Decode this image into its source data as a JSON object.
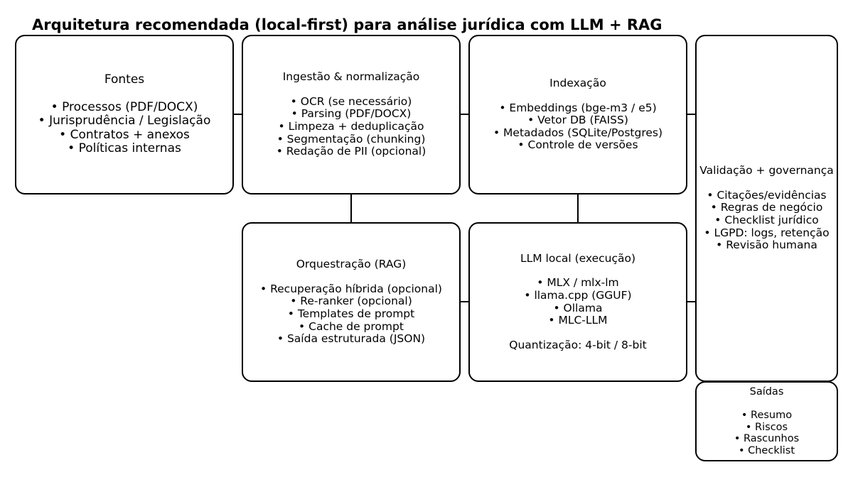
{
  "title": "Arquitetura recomendada (local-first) para análise jurídica com LLM + RAG",
  "nodes": {
    "fontes": {
      "title": "Fontes",
      "items": [
        "• Processos (PDF/DOCX)",
        "• Jurisprudência / Legislação",
        "• Contratos + anexos",
        "• Políticas internas"
      ]
    },
    "ingestao": {
      "title": "Ingestão & normalização",
      "items": [
        "• OCR (se necessário)",
        "• Parsing (PDF/DOCX)",
        "• Limpeza + deduplicação",
        "• Segmentação (chunking)",
        "• Redação de PII (opcional)"
      ]
    },
    "indexacao": {
      "title": "Indexação",
      "items": [
        "• Embeddings (bge-m3 / e5)",
        "• Vetor DB (FAISS)",
        "• Metadados (SQLite/Postgres)",
        "• Controle de versões"
      ]
    },
    "validacao": {
      "title": "Validação + governança",
      "items": [
        "• Citações/evidências",
        "• Regras de negócio",
        "• Checklist jurídico",
        "• LGPD: logs, retenção",
        "• Revisão humana"
      ]
    },
    "orquestracao": {
      "title": "Orquestração (RAG)",
      "items": [
        "• Recuperação híbrida (opcional)",
        "• Re-ranker (opcional)",
        "• Templates de prompt",
        "• Cache de prompt",
        "• Saída estruturada (JSON)"
      ]
    },
    "llm": {
      "title": "LLM local (execução)",
      "items": [
        "• MLX / mlx-lm",
        "• llama.cpp (GGUF)",
        "• Ollama",
        "• MLC-LLM"
      ],
      "footer": "Quantização: 4-bit / 8-bit"
    },
    "saidas": {
      "title": "Saídas",
      "items": [
        "• Resumo",
        "• Riscos",
        "• Rascunhos",
        "• Checklist"
      ]
    }
  },
  "colors": {
    "stroke": "#000000",
    "background": "#ffffff"
  }
}
